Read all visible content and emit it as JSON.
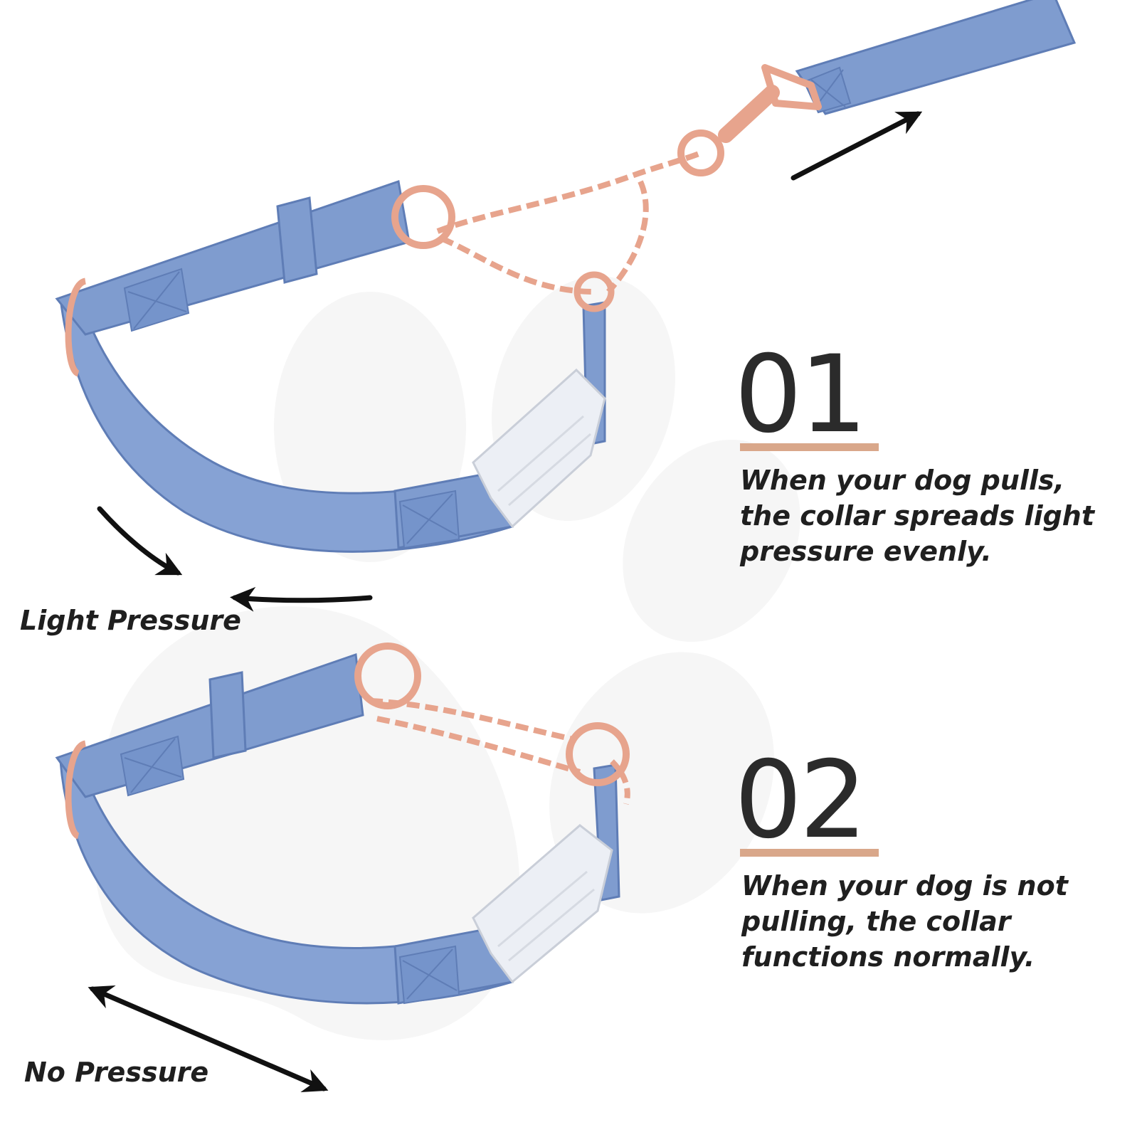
{
  "colors": {
    "collar_blue": "#7f9ccf",
    "collar_dark": "#5f7db6",
    "rose_gold": "#e7a48d",
    "accent_rule": "#d9a78a",
    "text": "#1f1f1f",
    "paw_bg": "#f6f6f6"
  },
  "steps": [
    {
      "number": "01",
      "text": "When your dog pulls,\nthe collar spreads light\npressure evenly."
    },
    {
      "number": "02",
      "text": "When your dog is not\npulling, the collar\nfunctions normally."
    }
  ],
  "labels": {
    "light_pressure": "Light Pressure",
    "no_pressure": "No Pressure"
  },
  "icons": [
    "paw-print-icon",
    "arrow-icon"
  ]
}
